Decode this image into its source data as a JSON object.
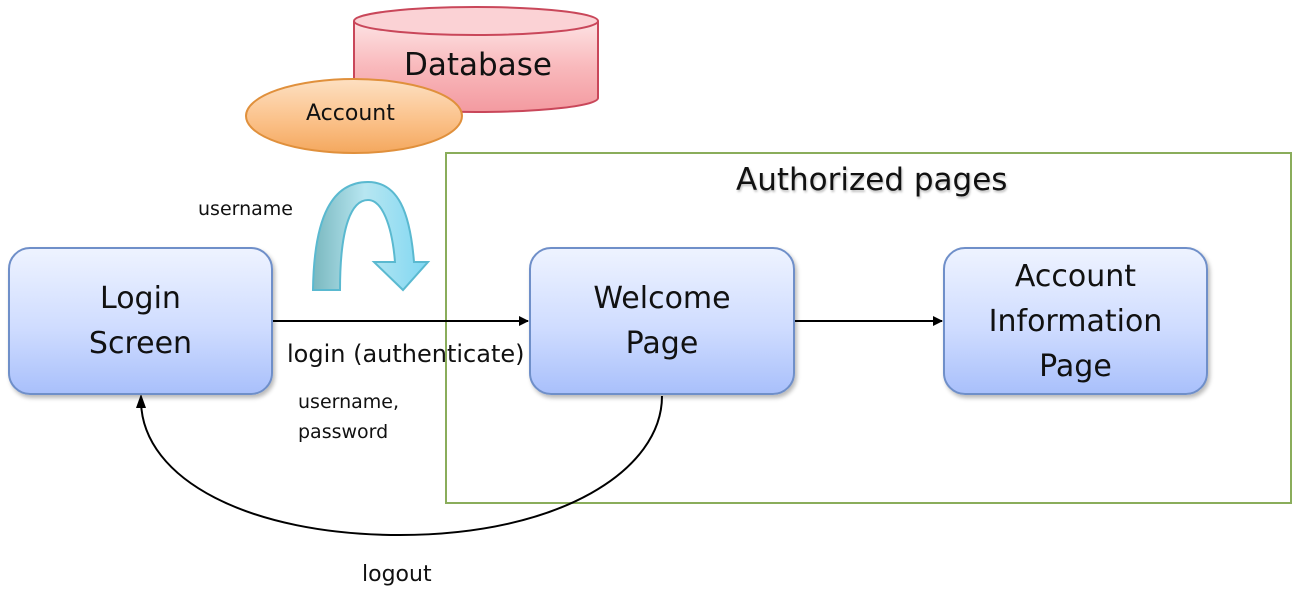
{
  "database": {
    "label": "Database"
  },
  "account_store": {
    "label": "Account"
  },
  "group": {
    "title": "Authorized pages"
  },
  "nodes": {
    "login": {
      "label": "Login\nScreen"
    },
    "welcome": {
      "label": "Welcome\nPage"
    },
    "account_info": {
      "label": "Account\nInformation\nPage"
    }
  },
  "edges": {
    "username_lookup": {
      "label": "username"
    },
    "login": {
      "label": "login (authenticate)",
      "sublabel": "username,\npassword"
    },
    "logout": {
      "label": "logout"
    }
  },
  "colors": {
    "database_fill": "#f7aeb2",
    "account_fill": "#f9b877",
    "node_border": "#6f8fc9",
    "group_border": "#8aad5b",
    "curved_arrow_fill": "#9fdcf0"
  }
}
